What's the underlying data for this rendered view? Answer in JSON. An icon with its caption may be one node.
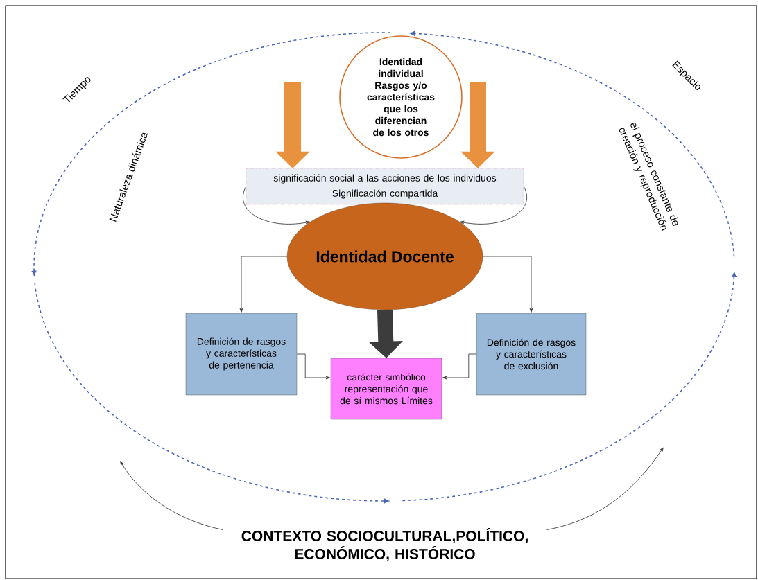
{
  "diagram": {
    "nodes": [
      {
        "text": [
          "Identidad individual Rasgos y/o características que los diferencian de los otros"
        ]
      },
      {
        "text": [
          "significación social a las acciones de los individuos",
          "Significación compartida"
        ]
      },
      {
        "text": [
          "Identidad Docente"
        ]
      },
      {
        "text": [
          "Definición de rasgos y características de pertenencia"
        ]
      },
      {
        "text": [
          "Definición de rasgos y características de exclusión"
        ]
      },
      {
        "text": [
          "carácter simbólico representación que de sí mismos Límites"
        ]
      },
      {
        "text": [
          "CONTEXTO SOCIOCULTURAL,POLÍTICO, ECONÓMICO, HISTÓRICO"
        ]
      }
    ],
    "edges": [
      {
        "from": null,
        "to": 1,
        "arrow": "to",
        "style": "thick",
        "color": "#e8913f"
      },
      {
        "from": null,
        "to": 1,
        "arrow": "to",
        "style": "thick",
        "color": "#e8913f"
      },
      {
        "from": 1,
        "to": 2,
        "arrow": "to"
      },
      {
        "from": 1,
        "to": 2,
        "arrow": "to"
      },
      {
        "from": 2,
        "to": 3,
        "arrow": "to"
      },
      {
        "from": 2,
        "to": 4,
        "arrow": "to"
      },
      {
        "from": 2,
        "to": 5,
        "arrow": "to",
        "style": "thick",
        "color": "#3c3c3c"
      },
      {
        "from": 3,
        "to": 5,
        "arrow": "to"
      },
      {
        "from": 4,
        "to": 5,
        "arrow": "to"
      },
      {
        "from": 6,
        "to": null,
        "arrow": "to"
      },
      {
        "from": 6,
        "to": null,
        "arrow": "to"
      }
    ],
    "labels": [
      "Tiempo",
      "Espacio",
      "Naturaleza dinámica",
      "el proceso constante de creación y reproducción"
    ]
  }
}
